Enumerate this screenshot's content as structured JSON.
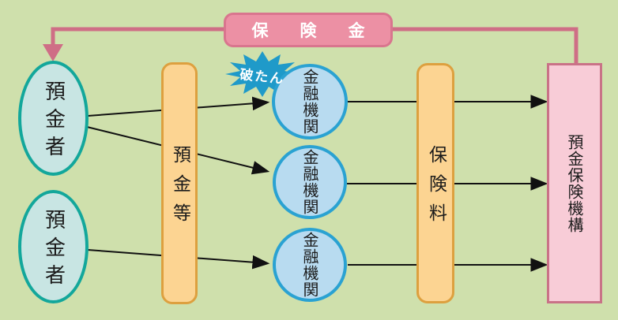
{
  "diagram": {
    "background_color": "#cfe0ac",
    "insurance_money_box": {
      "label": "保険金",
      "fill": "#ec90a4",
      "border": "#d9758e",
      "text_color": "#ffffff"
    },
    "depositors": [
      {
        "id": "depositor-top",
        "label": "預金者"
      },
      {
        "id": "depositor-bottom",
        "label": "預金者"
      }
    ],
    "deposits_bar": {
      "label": "預金等",
      "fill": "#fcd492",
      "border": "#dda03f"
    },
    "banks": [
      {
        "id": "bank-top",
        "label": "金融機関",
        "status": "破たん"
      },
      {
        "id": "bank-middle",
        "label": "金融機関"
      },
      {
        "id": "bank-bottom",
        "label": "金融機関"
      }
    ],
    "failure_burst": {
      "label": "破たん",
      "fill": "#1f9ac9",
      "text_color": "#ffffff"
    },
    "premium_bar": {
      "label": "保険料",
      "fill": "#fcd492",
      "border": "#dda03f"
    },
    "dic_bar": {
      "label": "預金保険機構",
      "fill": "#f8ccd7",
      "border": "#c97287"
    },
    "node_colors": {
      "ellipse_fill": "#c8e5e3",
      "ellipse_border": "#13a79b",
      "circle_fill": "#b8dbf0",
      "circle_border": "#2aa2d2"
    },
    "arrow_colors": {
      "money_flow": "#cf6e86",
      "default_flow": "#111111"
    },
    "edges": [
      {
        "from": "dic_bar",
        "to": "insurance_money_box",
        "color": "pink"
      },
      {
        "from": "insurance_money_box",
        "to": "depositor-top",
        "color": "pink"
      },
      {
        "from": "depositor-top",
        "to": "bank-top",
        "via": "deposits_bar"
      },
      {
        "from": "depositor-top",
        "to": "bank-middle",
        "via": "deposits_bar"
      },
      {
        "from": "depositor-bottom",
        "to": "bank-bottom",
        "via": "deposits_bar"
      },
      {
        "from": "bank-top",
        "to": "dic_bar",
        "via": "premium_bar"
      },
      {
        "from": "bank-middle",
        "to": "dic_bar",
        "via": "premium_bar"
      },
      {
        "from": "bank-bottom",
        "to": "dic_bar",
        "via": "premium_bar"
      }
    ]
  }
}
